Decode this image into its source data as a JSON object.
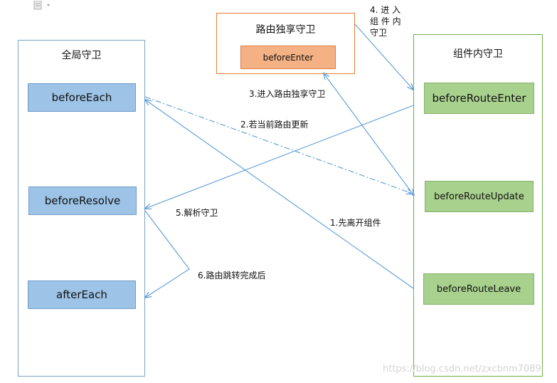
{
  "panels": {
    "global": {
      "title": "全局守卫"
    },
    "route": {
      "title": "路由独享守卫"
    },
    "component": {
      "title": "组件内守卫"
    }
  },
  "nodes": {
    "before_each": "beforeEach",
    "before_resolve": "beforeResolve",
    "after_each": "afterEach",
    "before_enter": "beforeEnter",
    "before_route_enter": "beforeRouteEnter",
    "before_route_update": "beforeRouteUpdate",
    "before_route_leave": "beforeRouteLeave"
  },
  "steps": {
    "step1": "1.先离开组件",
    "step2": "2.若当前路由更新",
    "step3": "3.进入路由独享守卫",
    "step4": "4. 进 入\n组 件 内\n守卫",
    "step5": "5.解析守卫",
    "step6": "6.路由跳转完成后"
  },
  "watermark": "https://blog.csdn.net/zxcbnm7089",
  "colors": {
    "arrow": "#5b9bd5",
    "global_border": "#7aa7c7",
    "route_border": "#ed7d31",
    "component_border": "#70ad47",
    "blue_node": "#9dc3e6",
    "green_node": "#a9d18e",
    "orange_node": "#f4b183"
  },
  "icons": [
    "document-icon",
    "dropdown-caret-icon"
  ]
}
